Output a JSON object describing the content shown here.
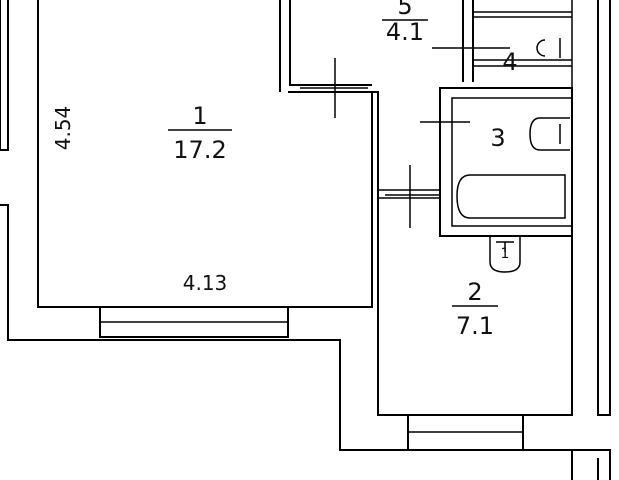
{
  "rooms": [
    {
      "number": "1",
      "area": "17.2"
    },
    {
      "number": "2",
      "area": "7.1"
    },
    {
      "number": "3"
    },
    {
      "number": "4"
    },
    {
      "number": "5",
      "area": "4.1"
    }
  ],
  "dimensions": {
    "room1_width": "4.13",
    "room1_height": "4.54"
  },
  "fixtures": {
    "toilet_number": "1"
  }
}
